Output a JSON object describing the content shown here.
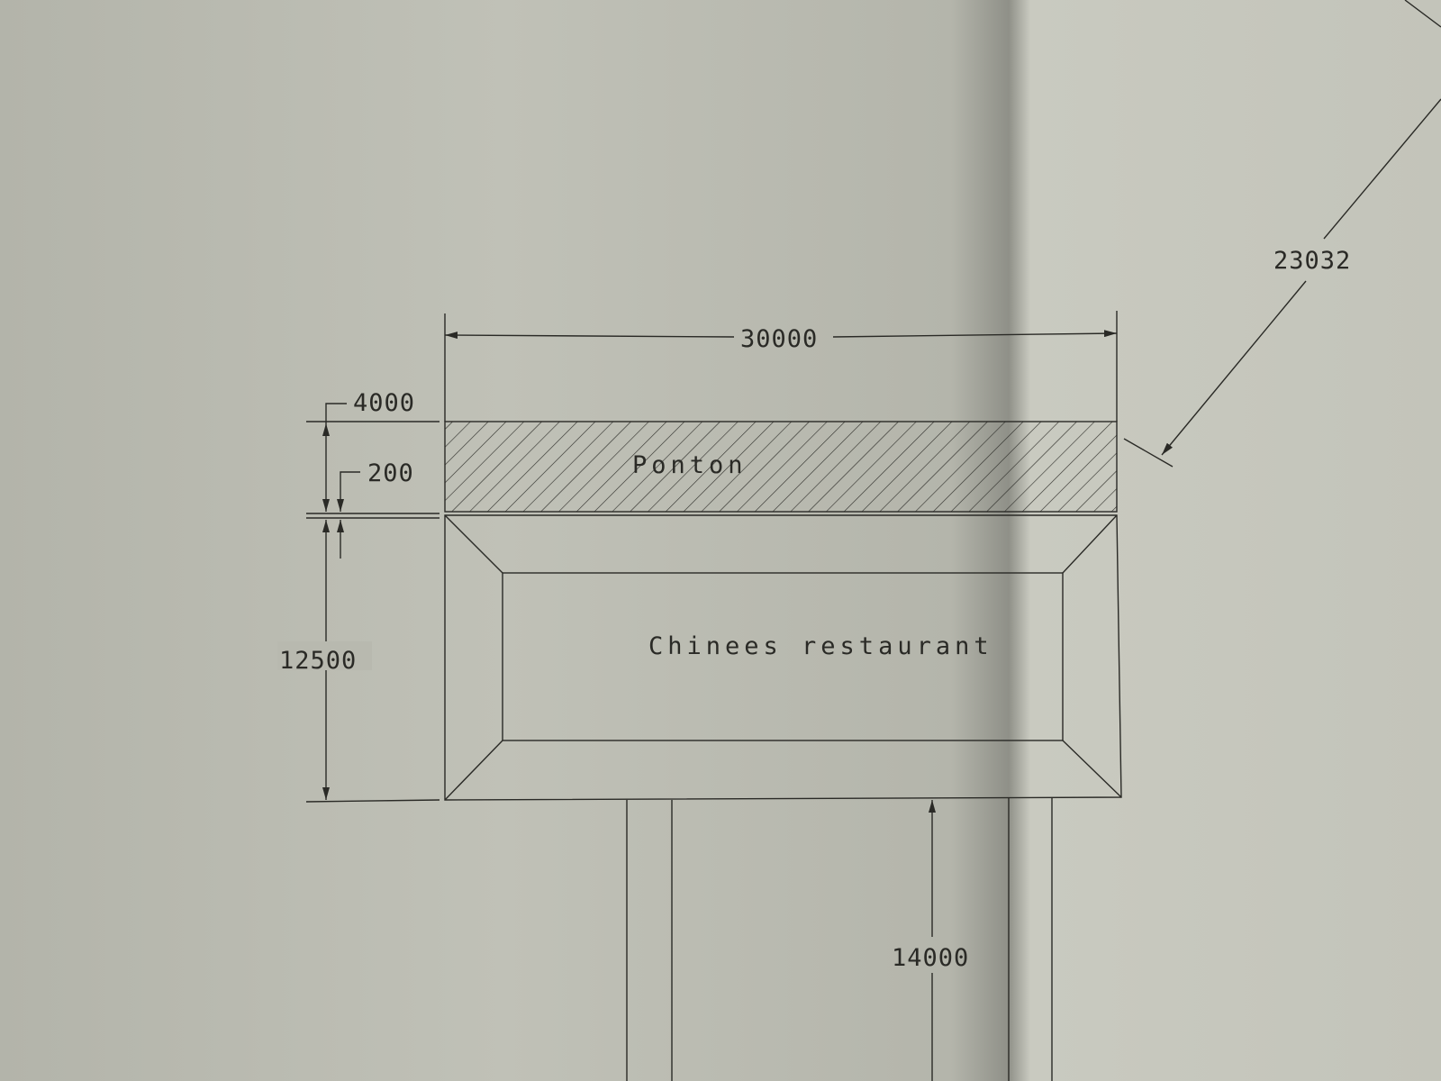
{
  "drawing": {
    "dimensions": {
      "width_total": "30000",
      "ponton_depth": "4000",
      "gap": "200",
      "restaurant_depth": "12500",
      "pier_length": "14000",
      "diagonal": "23032"
    },
    "labels": {
      "ponton": "Ponton",
      "restaurant": "Chinees restaurant"
    },
    "colors": {
      "paper": "#bcbdb3",
      "ink": "#2a2a26",
      "fold_shadow": "#8d8e86"
    }
  }
}
